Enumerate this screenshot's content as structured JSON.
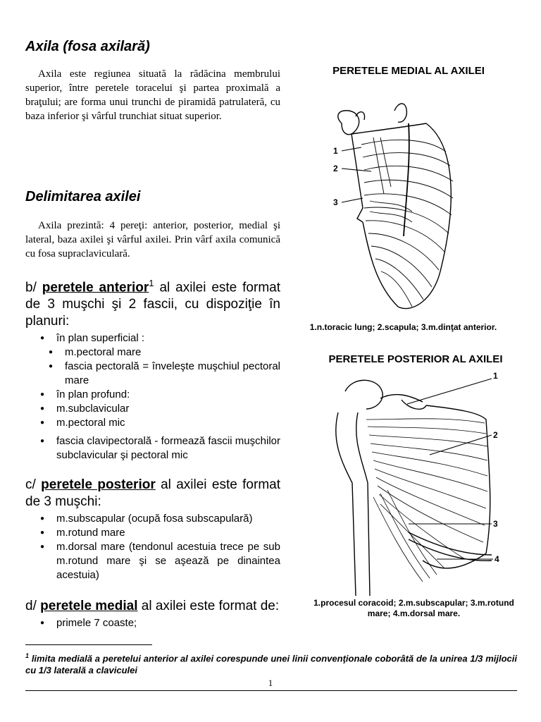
{
  "title": "Axila (fosa axilară)",
  "intro": "Axila este regiunea situată la rădăcina membrului superior, între peretele toracelui şi partea proximală a braţului; are forma unui trunchi de piramidă patrulateră, cu baza inferior şi vârful trunchiat situat superior.",
  "section_title": "Delimitarea axilei",
  "delimit_text": "Axila prezintă:   4 pereţi: anterior, posterior, medial şi lateral, baza axilei şi vârful axilei. Prin vârf axila comunică cu fosa supraclaviculară.",
  "anterior": {
    "prefix": "b/",
    "term": "peretele anterior",
    "sup": "1",
    "rest": "al axilei este format de 3 muşchi şi 2 fascii, cu dispoziţie în planuri:",
    "items": [
      "în plan superficial :",
      "m.pectoral mare",
      "fascia pectorală = înveleşte muşchiul pectoral mare",
      "în plan profund:",
      "m.subclavicular",
      "m.pectoral mic",
      "fascia clavipectorală - formează fascii muşchilor subclavicular şi pectoral mic"
    ]
  },
  "posterior": {
    "prefix": "c/",
    "term": "peretele posterior",
    "rest": "al axilei este format de 3 muşchi:",
    "items": [
      "m.subscapular (ocupă fosa subscapulară)",
      "m.rotund mare",
      "m.dorsal mare (tendonul acestuia trece pe sub m.rotund mare şi se aşează pe dinaintea acestuia)"
    ]
  },
  "medial": {
    "prefix": "d/",
    "term": "peretele medial",
    "rest": "al axilei este format de:",
    "items": [
      "primele 7 coaste;"
    ]
  },
  "figure1": {
    "title": "PERETELE MEDIAL AL AXILEI",
    "labels": [
      "1",
      "2",
      "3"
    ],
    "caption": "1.n.toracic lung; 2.scapula; 3.m.dinţat anterior."
  },
  "figure2": {
    "title": "PERETELE POSTERIOR AL AXILEI",
    "labels": [
      "1",
      "2",
      "3",
      "4"
    ],
    "caption_line1": "1.procesul coracoid; 2.m.subscapular; 3.m.rotund",
    "caption_line2": "mare; 4.m.dorsal mare."
  },
  "footnote": {
    "sup": "1",
    "text": "limita medială a peretelui anterior al axilei corespunde unei linii convenţionale coborâtă de la unirea 1/3 mijlocii cu 1/3 laterală a claviculei"
  },
  "page_number": "1"
}
